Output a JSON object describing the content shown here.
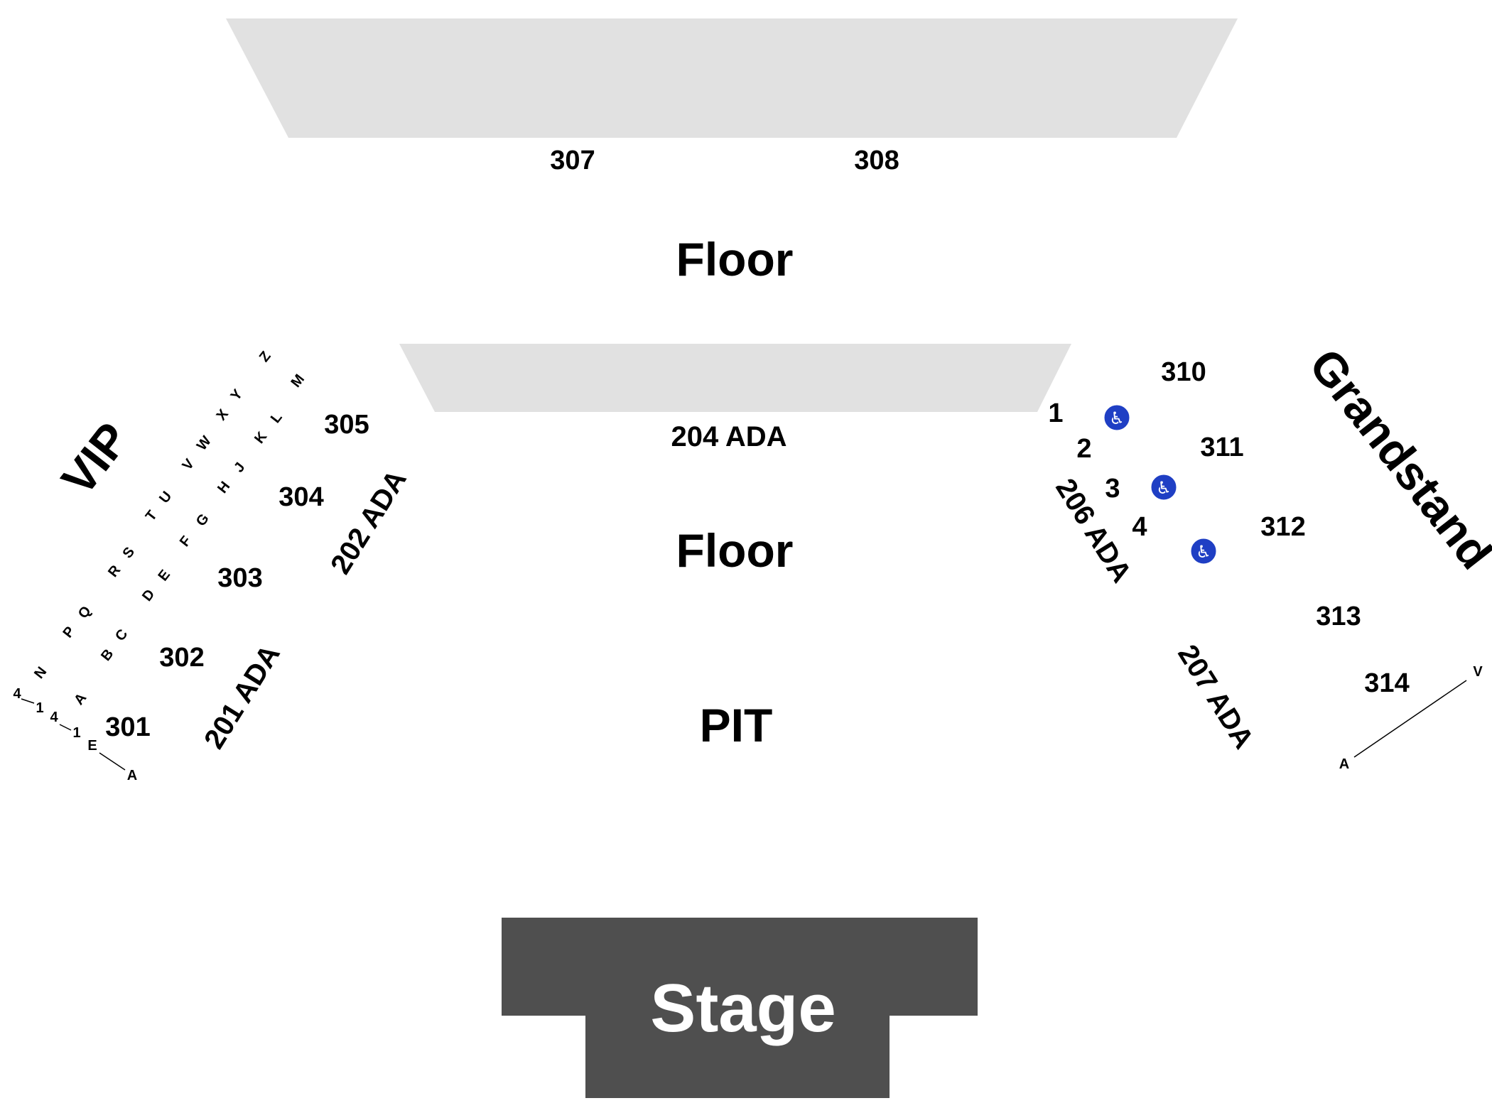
{
  "colors": {
    "section_fill": "#e1e1e1",
    "stage_fill": "#4f4f4f",
    "stage_text": "#ffffff",
    "accessible_icon_fill": "#1f3fc4",
    "text": "#000000"
  },
  "areas": {
    "floor_upper": "Floor",
    "floor_lower": "Floor",
    "pit": "PIT",
    "stage": "Stage",
    "vip": "VIP",
    "grandstand": "Grandstand"
  },
  "sections": {
    "s301": "301",
    "s302": "302",
    "s303": "303",
    "s304": "304",
    "s305": "305",
    "s307": "307",
    "s308": "308",
    "s310": "310",
    "s311": "311",
    "s312": "312",
    "s313": "313",
    "s314": "314"
  },
  "ada_sections": {
    "a201": "201 ADA",
    "a202": "202 ADA",
    "a204": "204 ADA",
    "a206": "206 ADA",
    "a207": "207 ADA"
  },
  "accessible_boxes": {
    "b1": "1",
    "b2": "2",
    "b3": "3",
    "b4": "4"
  },
  "row_labels_left": {
    "r_4a": "4",
    "r_1a": "1",
    "r_4b": "4",
    "r_1b": "1",
    "r_E": "E",
    "r_A": "A",
    "r_N": "N",
    "r_A2": "A",
    "r_P": "P",
    "r_Q": "Q",
    "r_B": "B",
    "r_C": "C",
    "r_R": "R",
    "r_S": "S",
    "r_D": "D",
    "r_E2": "E",
    "r_T": "T",
    "r_U": "U",
    "r_F": "F",
    "r_G": "G",
    "r_V": "V",
    "r_W": "W",
    "r_H": "H",
    "r_J": "J",
    "r_X": "X",
    "r_Y": "Y",
    "r_K": "K",
    "r_L": "L",
    "r_Z": "Z",
    "r_M": "M"
  },
  "row_labels_right": {
    "r_V": "V",
    "r_A": "A"
  },
  "icons": {
    "accessible": "wheelchair-icon",
    "glyph": "♿"
  }
}
